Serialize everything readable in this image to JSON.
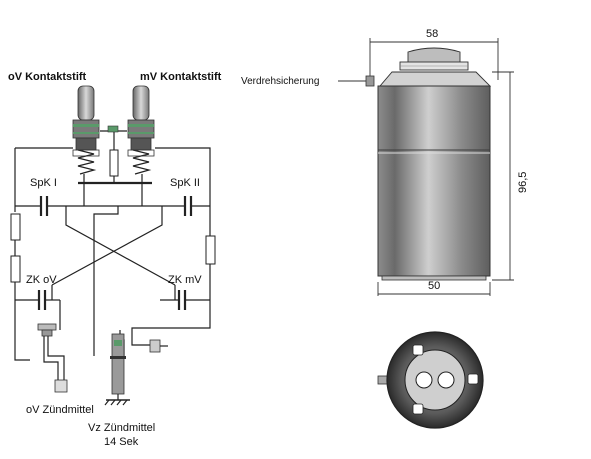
{
  "circuit": {
    "pin_left_label": "oV Kontaktstift",
    "pin_right_label": "mV Kontaktstift",
    "cap_left_label": "SpK I",
    "cap_right_label": "SpK II",
    "cap_low_left_label": "ZK oV",
    "cap_low_right_label": "ZK mV",
    "igniter_left_label": "oV Zündmittel",
    "igniter_bottom_label": "Vz Zündmittel",
    "igniter_bottom_sub": "14 Sek"
  },
  "device": {
    "dim_top": "58",
    "dim_height": "96,5",
    "dim_bottom": "50",
    "anti_twist_label": "Verdrehsicherung"
  },
  "colors": {
    "ink": "#222222",
    "pin_green": "#5a9a6a",
    "pin_gray": "#8a8a8a",
    "body_dark": "#6e6e6e",
    "body_light": "#c8c8c8"
  }
}
